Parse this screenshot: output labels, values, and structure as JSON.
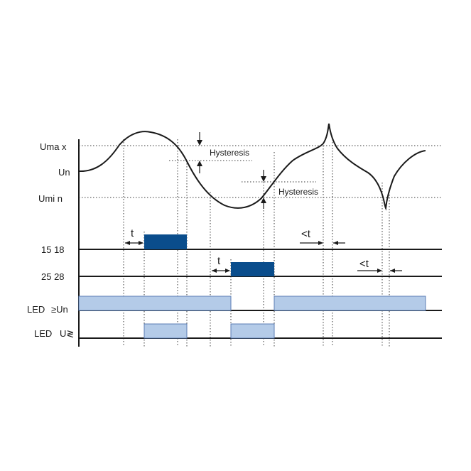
{
  "levels": {
    "umax": "Uma x",
    "un": "Un",
    "umin": "Umi n"
  },
  "hysteresis": [
    "Hysteresis",
    "Hysteresis"
  ],
  "relays": {
    "r1": "15 18",
    "r2": "25 28"
  },
  "leds": {
    "led1_prefix": "LED",
    "led1_symbol": "≥Un",
    "led2_prefix": "LED",
    "led2_symbol": "U≷"
  },
  "timing": {
    "t1": "t",
    "t2": "t",
    "lt1": "<t",
    "lt2": "<t"
  },
  "colors": {
    "relay_on": "#0a4d8c",
    "led_on": "#b4cbe8",
    "led_border": "#5b7db5"
  }
}
